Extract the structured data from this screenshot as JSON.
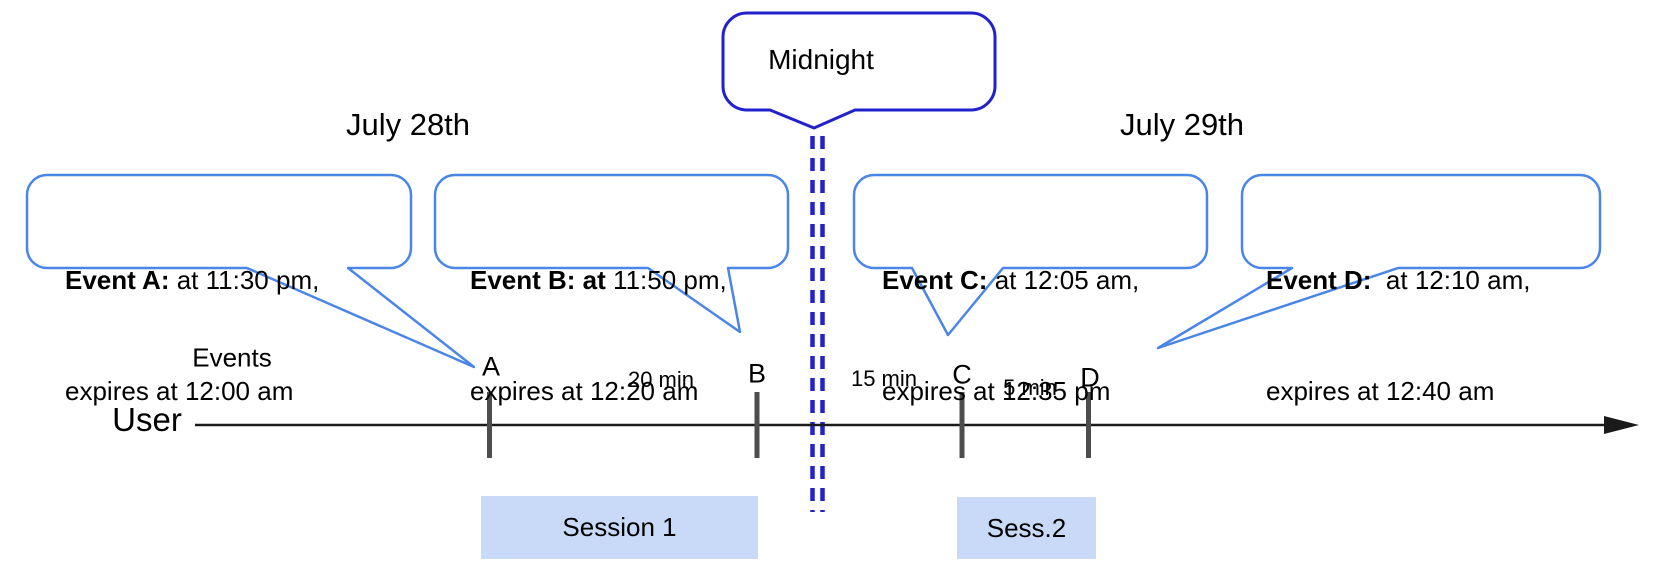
{
  "dates": {
    "left": "July 28th",
    "right": "July 29th"
  },
  "midnight": {
    "label": "Midnight"
  },
  "axis": {
    "events_label": "Events",
    "user_label": "User"
  },
  "ticks": [
    {
      "label": "A"
    },
    {
      "label": "B"
    },
    {
      "label": "C"
    },
    {
      "label": "D"
    }
  ],
  "gaps": [
    {
      "label": "20 min"
    },
    {
      "label": "15 min"
    },
    {
      "label": "5 min"
    }
  ],
  "callouts": {
    "event_a": {
      "bold": "Event A:",
      "rest": " at 11:30 pm,",
      "line2": "expires at 12:00 am"
    },
    "event_b": {
      "bold": "Event B: at",
      "rest": " 11:50 pm,",
      "line2": "expires at 12:20 am"
    },
    "event_c": {
      "bold": "Event C:",
      "rest": " at 12:05 am,",
      "line2": "expires at 12:35 pm"
    },
    "event_d": {
      "bold": "Event D:",
      "rest": "  at 12:10 am,",
      "line2": "expires at 12:40 am"
    }
  },
  "sessions": [
    {
      "label": "Session 1"
    },
    {
      "label": "Sess.2"
    }
  ],
  "colors": {
    "callout_border": "#4a86e8",
    "midnight_blue": "#2222cc",
    "session_fill": "#c9daf8",
    "tick_gray": "#4d4d4d",
    "axis_black": "#1a1a1a",
    "text_black": "#000000"
  }
}
